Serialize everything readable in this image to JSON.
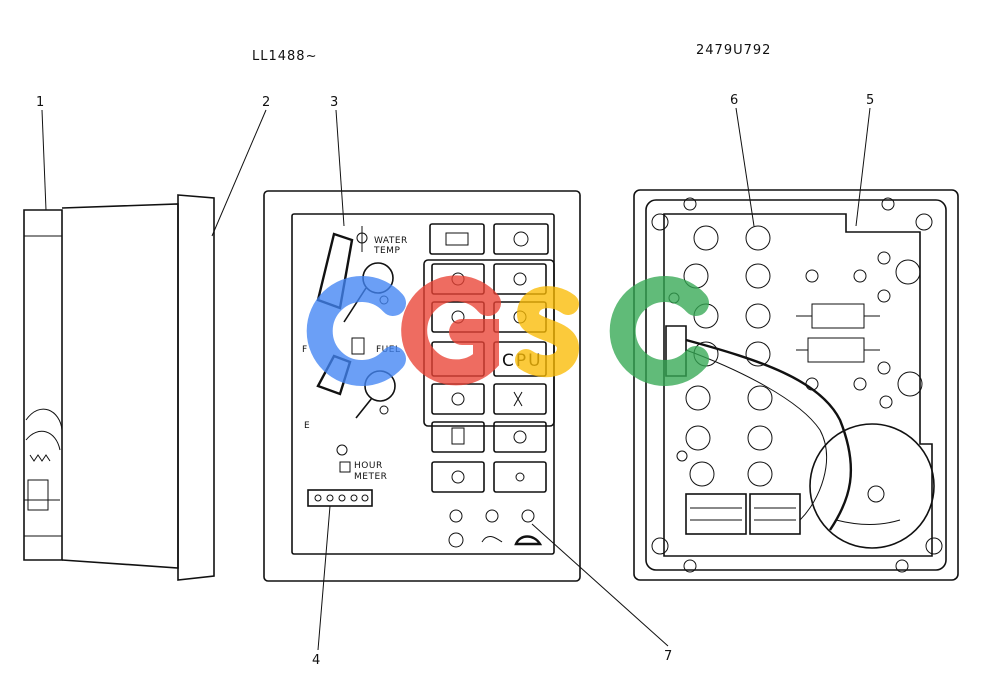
{
  "header": {
    "left_code": "LL1488~",
    "right_code": "2479U792"
  },
  "callouts": [
    "1",
    "2",
    "3",
    "4",
    "5",
    "6",
    "7"
  ],
  "front_panel": {
    "water_temp_line1": "WATER",
    "water_temp_line2": "TEMP",
    "fuel": "FUEL",
    "fuel_full": "F",
    "fuel_empty": "E",
    "hour_meter_line1": "HOUR",
    "hour_meter_line2": "METER",
    "cpu": "CPU"
  },
  "watermark": {
    "letters": [
      "C",
      "G",
      "S",
      "C"
    ],
    "colors": [
      "#4285F4",
      "#EA4335",
      "#FBBC05",
      "#34A853"
    ]
  }
}
